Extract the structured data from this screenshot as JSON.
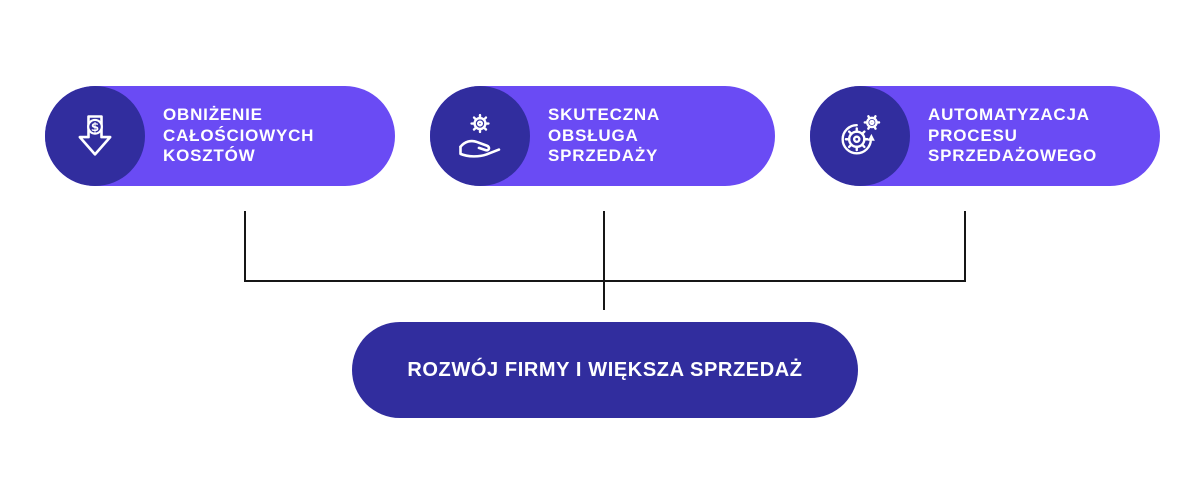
{
  "colors": {
    "pill_purple": "#6A4BF4",
    "circle_indigo": "#312D9E",
    "result_indigo": "#312D9E",
    "text_white": "#FFFFFF",
    "connector_line": "#161616",
    "background": "#FFFFFF"
  },
  "benefits": [
    {
      "label": "OBNIŻENIE\nCAŁOŚCIOWYCH\nKOSZTÓW",
      "icon": "dollar-arrow-down-icon"
    },
    {
      "label": "SKUTECZNA\nOBSŁUGA\nSPRZEDAŻY",
      "icon": "hand-holding-gear-icon"
    },
    {
      "label": "AUTOMATYZACJA\nPROCESU\nSPRZEDAŻOWEGO",
      "icon": "automation-gears-icon"
    }
  ],
  "result": {
    "label": "ROZWÓJ FIRMY I WIĘKSZA SPRZEDAŻ"
  }
}
